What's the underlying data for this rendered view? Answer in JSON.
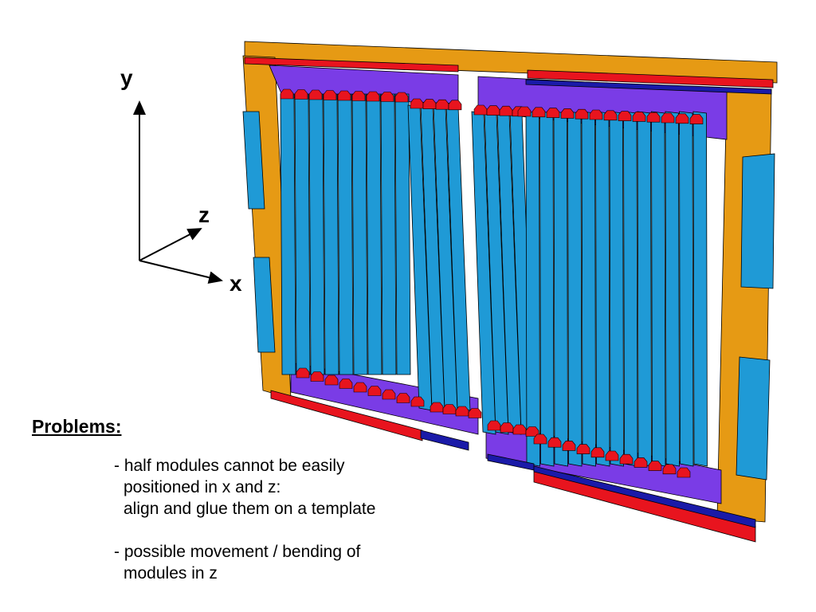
{
  "axes": {
    "y_label": "y",
    "z_label": "z",
    "x_label": "x"
  },
  "problems": {
    "heading": "Problems:",
    "items": [
      {
        "line1": "- half modules cannot be easily",
        "line2": "positioned in x and z:",
        "line3": "align and glue them on a template"
      },
      {
        "line1": "- possible movement / bending of",
        "line2": "modules in z"
      }
    ]
  },
  "colors": {
    "frame_orange": "#e69a14",
    "support_purple": "#7a3ce6",
    "module_blue": "#1f9ad6",
    "chip_red": "#e8141e",
    "rail_navy": "#1a1aa8",
    "outline": "#000000"
  }
}
